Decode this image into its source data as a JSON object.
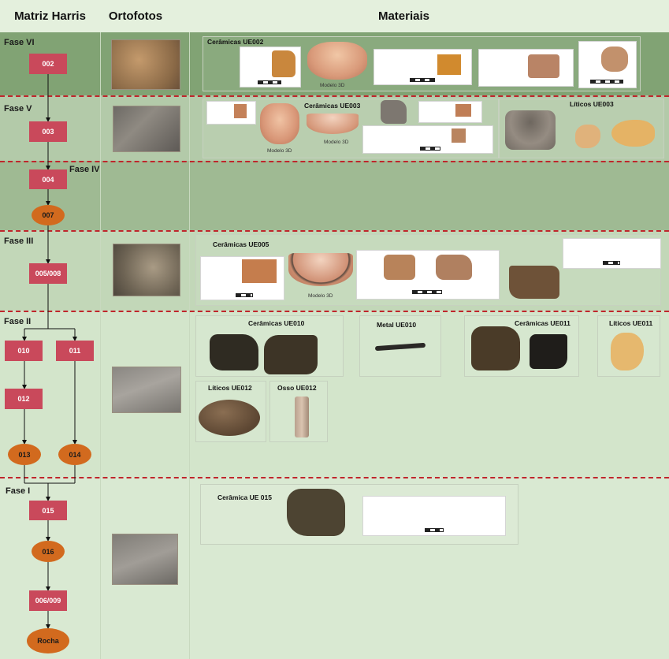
{
  "headers": {
    "harris": "Matriz Harris",
    "ortofotos": "Ortofotos",
    "materiais": "Materiais"
  },
  "phases": {
    "vi": "Fase VI",
    "v": "Fase V",
    "iv": "Fase IV",
    "iii": "Fase III",
    "ii": "Fase II",
    "i": "Fase I"
  },
  "nodes": {
    "n002": "002",
    "n003": "003",
    "n004": "004",
    "n007": "007",
    "n005": "005/008",
    "n010": "010",
    "n011": "011",
    "n012": "012",
    "n013": "013",
    "n014": "014",
    "n015": "015",
    "n016": "016",
    "n006": "006/009",
    "rocha": "Rocha"
  },
  "materials": {
    "ceramicas_ue002": "Cerâmicas UE002",
    "ceramicas_ue003": "Cerâmicas UE003",
    "liticos_ue003": "Líticos UE003",
    "ceramicas_ue005": "Cerâmicas UE005",
    "ceramicas_ue010": "Cerâmicas UE010",
    "metal_ue010": "Metal UE010",
    "ceramicas_ue011": "Cerâmicas UE011",
    "liticos_ue011": "Líticos UE011",
    "liticos_ue012": "Líticos UE012",
    "osso_ue012": "Osso UE012",
    "ceramica_ue015": "Cerâmica UE 015",
    "modelo3d": "Modelo 3D"
  },
  "colors": {
    "node_fill": "#c9495b",
    "oval_fill": "#d26a1e",
    "phase_divider": "#c0262c",
    "band_vi": "#7fa172",
    "band_v": "#b1c9a7",
    "band_iv": "#9fba93",
    "band_light": "#cfe2c6"
  }
}
